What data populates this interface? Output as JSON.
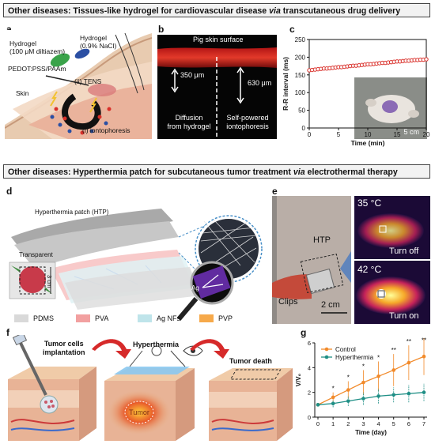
{
  "section1": {
    "header_pre": "Other diseases: Tissues-like hydrogel for cardiovascular disease ",
    "header_via": "via",
    "header_post": " transcutaneous drug delivery"
  },
  "panel_a": {
    "label": "a",
    "hydrogel1_line1": "Hydrogel",
    "hydrogel1_line2": "(100 μM diltiazem)",
    "hydrogel2_line1": "Hydrogel",
    "hydrogel2_line2": "(0.9% NaCl)",
    "pedot": "PEDOT:PSS/PAAm",
    "tens": "(ii) TENS",
    "skin": "Skin",
    "ionto": "(i) iontophoresis"
  },
  "panel_b": {
    "label": "b",
    "surface": "Pig skin surface",
    "depth1": "350 μm",
    "depth2": "630 μm",
    "left_line1": "Diffusion",
    "left_line2": "from hydrogel",
    "right_line1": "Self-powered",
    "right_line2": "iontophoresis"
  },
  "panel_c": {
    "label": "c",
    "scale": "5 cm"
  },
  "chart_data": [
    {
      "type": "scatter",
      "panel": "c",
      "xlabel": "Time (min)",
      "ylabel": "R-R interval (ms)",
      "xlim": [
        0,
        20
      ],
      "ylim": [
        0,
        250
      ],
      "xticks": [
        0,
        5,
        10,
        15,
        20
      ],
      "yticks": [
        0,
        50,
        100,
        150,
        200,
        250
      ],
      "series": [
        {
          "color": "#d9302a",
          "x": [
            0,
            0.5,
            1,
            1.5,
            2,
            2.5,
            3,
            3.5,
            4,
            4.5,
            5,
            5.5,
            6,
            6.5,
            7,
            7.5,
            8,
            8.5,
            9,
            9.5,
            10,
            10.5,
            11,
            11.5,
            12,
            12.5,
            13,
            13.5,
            14,
            14.5,
            15,
            15.5,
            16,
            16.5,
            17,
            17.5,
            18,
            18.5,
            19,
            19.5,
            20
          ],
          "y": [
            163,
            164,
            165,
            166,
            167,
            168,
            168,
            169,
            170,
            171,
            172,
            172,
            173,
            174,
            175,
            176,
            176,
            177,
            178,
            179,
            180,
            180,
            181,
            182,
            183,
            184,
            184,
            185,
            186,
            187,
            188,
            188,
            189,
            190,
            190,
            191,
            192,
            192,
            193,
            193,
            194
          ]
        }
      ]
    },
    {
      "type": "line",
      "panel": "g",
      "xlabel": "Time (day)",
      "ylabel": "V/V₀",
      "xlim": [
        0,
        7
      ],
      "ylim": [
        0,
        6
      ],
      "xticks": [
        0,
        1,
        2,
        3,
        4,
        5,
        6,
        7
      ],
      "yticks": [
        0,
        2,
        4,
        6
      ],
      "legend": "top-left",
      "series": [
        {
          "name": "Control",
          "color": "#f28a2a",
          "x": [
            0,
            1,
            2,
            3,
            4,
            5,
            6,
            7
          ],
          "y": [
            1.0,
            1.6,
            2.2,
            2.8,
            3.3,
            3.8,
            4.4,
            4.9
          ],
          "err": [
            0.1,
            0.4,
            0.7,
            1.0,
            1.2,
            1.3,
            1.4,
            1.5
          ]
        },
        {
          "name": "Hyperthermia",
          "color": "#1f8f86",
          "x": [
            0,
            1,
            2,
            3,
            4,
            5,
            6,
            7
          ],
          "y": [
            1.0,
            1.1,
            1.3,
            1.5,
            1.7,
            1.8,
            1.9,
            2.0
          ],
          "err": [
            0.1,
            0.3,
            0.4,
            0.5,
            0.6,
            0.6,
            0.7,
            0.7
          ]
        }
      ],
      "significance_marks": [
        "*",
        "*",
        "*",
        "*",
        "**",
        "**",
        "**"
      ]
    }
  ],
  "section2": {
    "header_pre": "Other diseases: Hyperthermia patch for subcutaneous tumor treatment ",
    "header_via": "via",
    "header_post": " electrothermal therapy"
  },
  "panel_d": {
    "label": "d",
    "patch": "Hyperthermia patch (HTP)",
    "transparent": "Transparent",
    "size": "3 cm",
    "ag": "Ag",
    "legend": [
      {
        "name": "PDMS",
        "color": "#d9d9d9"
      },
      {
        "name": "PVA",
        "color": "#f2a0a0"
      },
      {
        "name": "Ag NFs",
        "color": "#bfe4ea"
      },
      {
        "name": "PVP",
        "color": "#f6a94a"
      }
    ]
  },
  "panel_e": {
    "label": "e",
    "htp": "HTP",
    "clips": "Clips",
    "scale": "2 cm",
    "temp_off": "35 °C",
    "state_off": "Turn off",
    "temp_on": "42 °C",
    "state_on": "Turn on"
  },
  "panel_f": {
    "label": "f",
    "step1_line1": "Tumor cells",
    "step1_line2": "implantation",
    "step2": "Hyperthermia",
    "step3": "Tumor death",
    "tumor": "Tumor"
  },
  "panel_g": {
    "label": "g"
  }
}
